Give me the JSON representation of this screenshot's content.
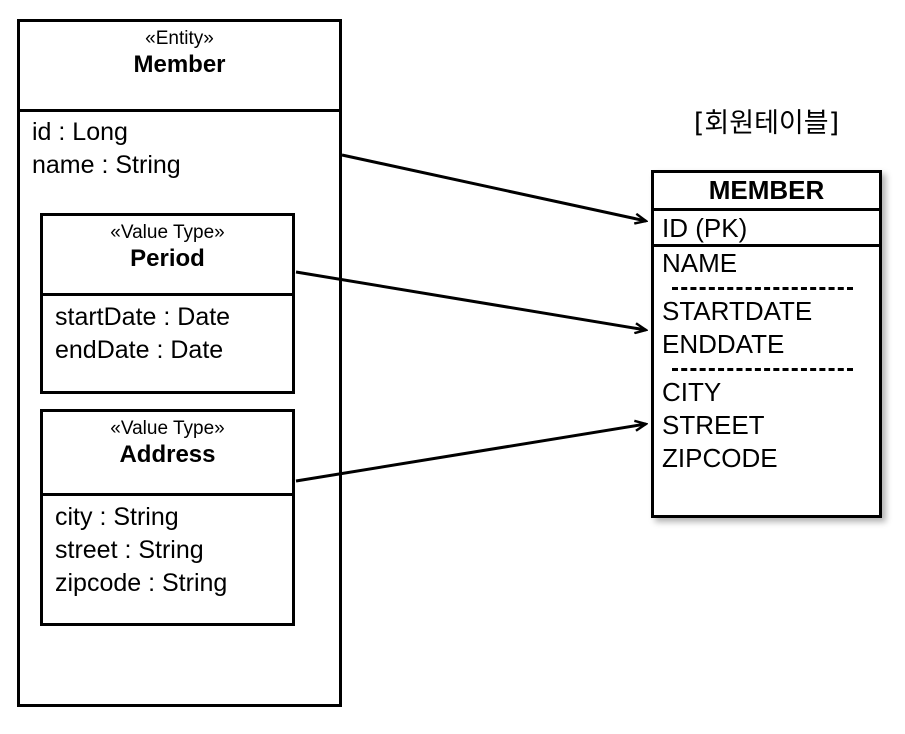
{
  "diagram": {
    "kind": "uml-class-to-table-mapping",
    "background_color": "#ffffff",
    "line_color": "#000000"
  },
  "entity": {
    "stereotype": "«Entity»",
    "name": "Member",
    "attributes": [
      "id : Long",
      "name : String"
    ]
  },
  "value_types": [
    {
      "id": "period",
      "stereotype": "«Value Type»",
      "name": "Period",
      "attributes": [
        "startDate : Date",
        "endDate : Date"
      ]
    },
    {
      "id": "address",
      "stereotype": "«Value Type»",
      "name": "Address",
      "attributes": [
        "city : String",
        "street : String",
        "zipcode : String"
      ]
    }
  ],
  "table": {
    "caption": "[회원테이블]",
    "name": "MEMBER",
    "primary_key": "ID (PK)",
    "groups": [
      {
        "separator_before": false,
        "columns": [
          "NAME"
        ]
      },
      {
        "separator_before": true,
        "columns": [
          "STARTDATE",
          "ENDDATE"
        ]
      },
      {
        "separator_before": true,
        "columns": [
          "CITY",
          "STREET",
          "ZIPCODE"
        ]
      }
    ]
  },
  "mappings": [
    {
      "from": "Member",
      "to": "ID (PK)"
    },
    {
      "from": "Period",
      "to": "STARTDATE"
    },
    {
      "from": "Address",
      "to": "CITY"
    }
  ]
}
